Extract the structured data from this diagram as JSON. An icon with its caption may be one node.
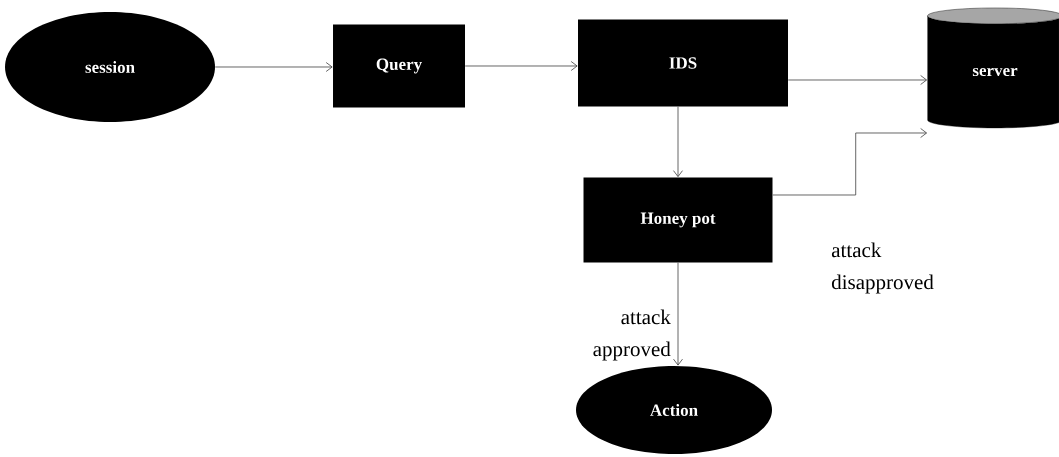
{
  "diagram": {
    "nodes": [
      {
        "text": [
          "session"
        ]
      },
      {
        "text": [
          "Query"
        ]
      },
      {
        "text": [
          "IDS"
        ]
      },
      {
        "text": [
          "server"
        ]
      },
      {
        "text": [
          "Honey pot"
        ]
      },
      {
        "text": [
          "Action"
        ]
      }
    ],
    "edges": [
      {
        "from": 0,
        "to": 1,
        "arrow": "to"
      },
      {
        "from": 1,
        "to": 2,
        "arrow": "to"
      },
      {
        "from": 2,
        "to": 3,
        "arrow": "to"
      },
      {
        "from": 2,
        "to": 4,
        "arrow": "to"
      },
      {
        "from": 4,
        "to": 3,
        "arrow": "to",
        "label": "attack disapproved"
      },
      {
        "from": 4,
        "to": 5,
        "arrow": "to",
        "label": "attack approved"
      }
    ]
  }
}
